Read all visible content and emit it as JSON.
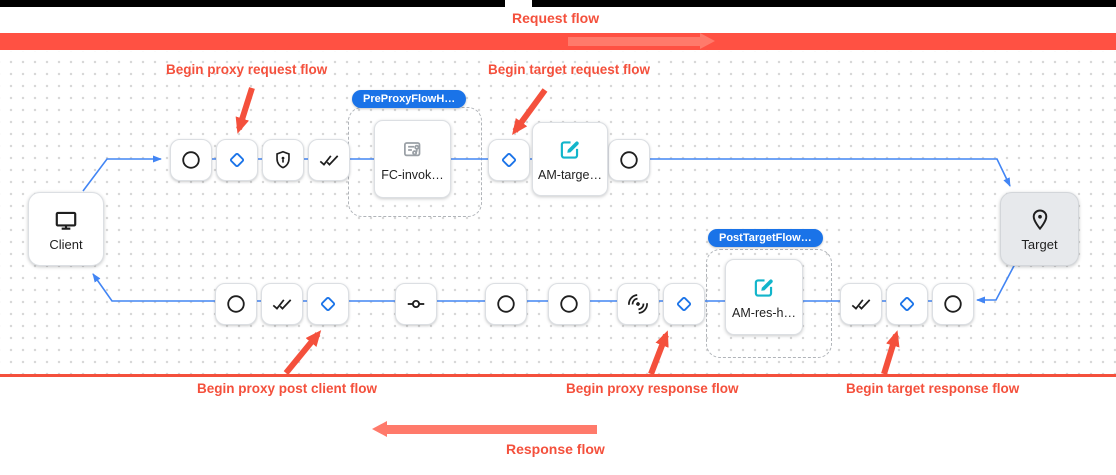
{
  "banners": {
    "request": {
      "label": "Request flow"
    },
    "response": {
      "label": "Response flow"
    }
  },
  "annotations": [
    {
      "id": "proxy-request",
      "label": "Begin proxy request flow"
    },
    {
      "id": "target-request",
      "label": "Begin target request flow"
    },
    {
      "id": "proxy-post-client",
      "label": "Begin proxy post client flow"
    },
    {
      "id": "proxy-response",
      "label": "Begin proxy response flow"
    },
    {
      "id": "target-response",
      "label": "Begin target response flow"
    }
  ],
  "endpoints": {
    "client": {
      "label": "Client",
      "icon": "monitor-icon"
    },
    "target": {
      "label": "Target",
      "icon": "location-pin-icon"
    }
  },
  "groups": {
    "pre_proxy": {
      "badge": "PreProxyFlowH…",
      "step": {
        "label": "FC-invok…",
        "icon": "flow-callout-icon"
      }
    },
    "post_target": {
      "badge": "PostTargetFlow…",
      "step": {
        "label": "AM-res-h…",
        "icon": "edit-icon"
      }
    }
  },
  "steps": {
    "am_target": {
      "label": "AM-targe…",
      "icon": "edit-icon"
    }
  },
  "flow": {
    "rows": {
      "request_a": [
        "circle",
        "diamond",
        "shield",
        "double-check"
      ],
      "request_b": [
        "diamond"
      ],
      "request_c": [
        "circle"
      ],
      "response_a": [
        "circle",
        "double-check",
        "diamond"
      ],
      "response_b": [
        "commit"
      ],
      "response_c": [
        "circle"
      ],
      "response_d": [
        "circle"
      ],
      "response_e": [
        "signal",
        "diamond"
      ],
      "response_f": [
        "double-check",
        "diamond",
        "circle"
      ]
    }
  },
  "icons": {
    "circle-icon": "empty step circle ○",
    "diamond-icon": "blue flow-condition diamond ◇",
    "shield-icon": "security shield with key",
    "double-check-icon": "double checkmark ✔✔",
    "commit-icon": "line with circle —○—",
    "signal-icon": "radiating signal waves",
    "monitor-icon": "client computer display",
    "location-pin-icon": "target location pin",
    "edit-icon": "teal pencil edit square",
    "flow-callout-icon": "gray document with branch"
  },
  "colors": {
    "annotation_red": "#f4503c",
    "banner_red": "#ff5143",
    "banner_arrow_red": "#ff7a6b",
    "connector_blue": "#4285f4",
    "badge_blue": "#1a73e8",
    "edit_teal": "#12b5cb",
    "icon_black": "#1f1f1f",
    "target_fill": "#e7e9ec"
  }
}
